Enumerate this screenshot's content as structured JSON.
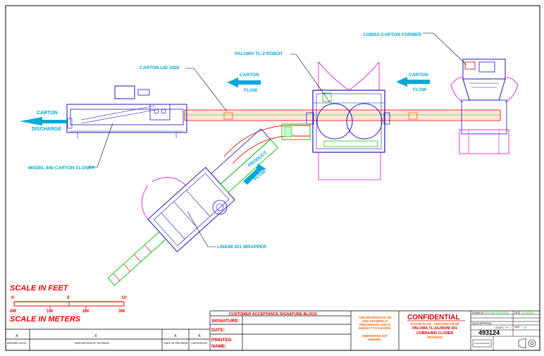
{
  "labels": {
    "cobra": "COBRA CARTON FORMER",
    "robot": "PALOMA TL-2 ROBOT",
    "lid_side": "CARTON LID SIDE",
    "carton_flow_1": "CARTON",
    "carton_flow_2": "FLOW",
    "carton_flow_b1": "CARTON",
    "carton_flow_b2": "FLOW",
    "discharge_1": "CARTON",
    "discharge_2": "DISCHARGE",
    "closer": "MODEL 840 CARTON CLOSER",
    "product_flow_1": "PRODUCT",
    "product_flow_2": "FLOW",
    "wrapper": "LINIUM 301 WRAPPER"
  },
  "scale": {
    "feet_title": "SCALE IN FEET",
    "feet_ticks": [
      "0'",
      "5'",
      "10'"
    ],
    "meters_title": "SCALE IN METERS",
    "meter_ticks": [
      "0M",
      "1M",
      "2M",
      "3M"
    ]
  },
  "revision": {
    "x_marks": [
      "X",
      "X",
      "X",
      "X"
    ],
    "col_revised": "REVISED LEVEL",
    "col_description": "DESCRIPTION OF REVISION",
    "col_date": "DATE OF REVISION",
    "col_checked": "CHECKED BY"
  },
  "signature_block": {
    "title": "CUSTOMER ACCEPTANCE SIGNATURE BLOCK",
    "signature": "SIGNATURE:",
    "date": "DATE:",
    "printed_1": "PRINTED",
    "printed_2": "NAME:"
  },
  "notice": {
    "line1": "THE INFORMATION ON",
    "line2": "THIS DRAWING IS",
    "line3": "PRELIMINARY AND IS",
    "line4": "SUBJECT TO CHANGE.",
    "line5": "DIMENSIONS NOT",
    "line6": "BINDING."
  },
  "title_block": {
    "confidential": "CONFIDENTIAL",
    "desc1": "FLOOR PLAN - CREATED FROM",
    "desc2": "PALOMA TL-2/LINIUM 301",
    "desc3": "COBRA/840 CLOSER",
    "desc4": "REVISION",
    "drawn_label": "DRAWN BY:",
    "drawn_value": "ANTHONY ERICKSON",
    "date_label": "DATE:",
    "date_value": "01/16/2003",
    "approved_label": "SALES APPROVAL:",
    "scale_label": "SCALE:",
    "scale_value": "1 OF 1",
    "drawing_number": "493124",
    "size_label": "SIZE:",
    "size_value": "B"
  },
  "colors": {
    "cyan": "#00a8d8",
    "red": "#ff0000",
    "dark_red": "#d00000",
    "blue": "#1818c0",
    "green": "#00c000",
    "magenta": "#e000e0",
    "orange": "#ff6000",
    "gray": "#909090"
  }
}
